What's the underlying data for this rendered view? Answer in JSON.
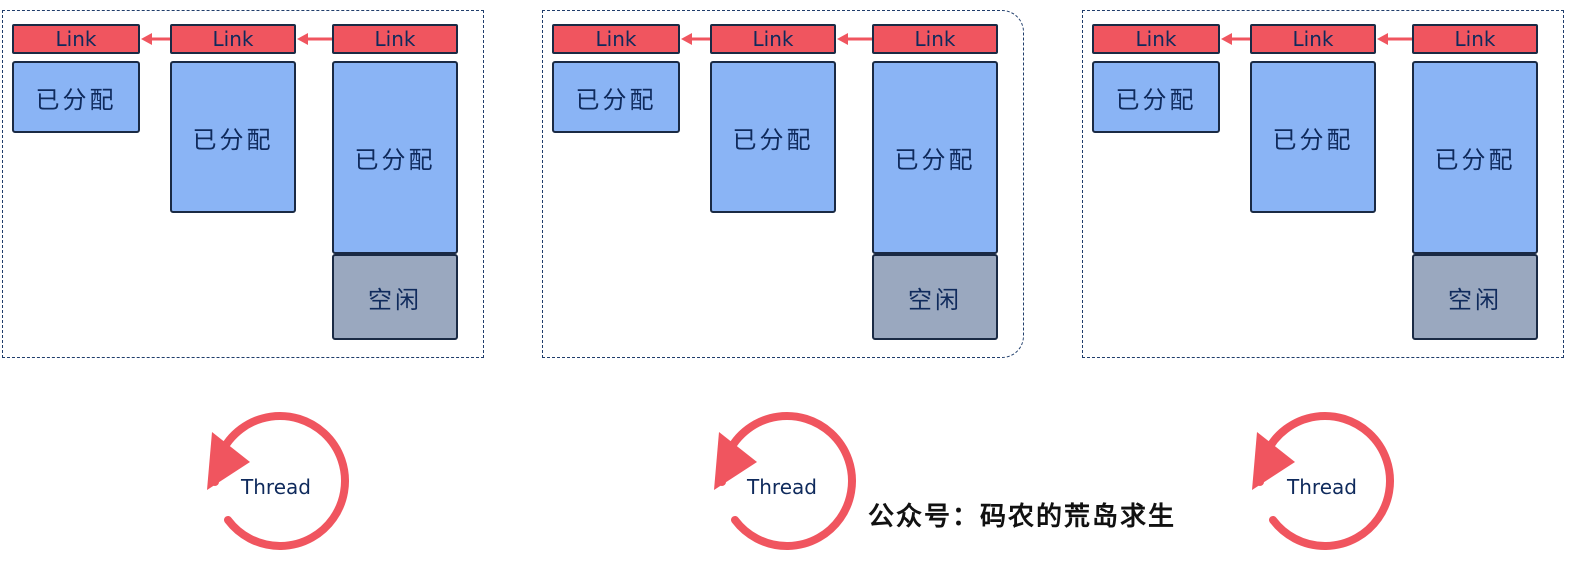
{
  "panels": [
    {
      "links": [
        "Link",
        "Link",
        "Link"
      ],
      "blocks": [
        "已分配",
        "已分配",
        "已分配"
      ],
      "free_label": "空闲",
      "thread_label": "Thread"
    },
    {
      "links": [
        "Link",
        "Link",
        "Link"
      ],
      "blocks": [
        "已分配",
        "已分配",
        "已分配"
      ],
      "free_label": "空闲",
      "thread_label": "Thread"
    },
    {
      "links": [
        "Link",
        "Link",
        "Link"
      ],
      "blocks": [
        "已分配",
        "已分配",
        "已分配"
      ],
      "free_label": "空闲",
      "thread_label": "Thread"
    }
  ],
  "watermark": "公众号：码农的荒岛求生",
  "colors": {
    "link": "#f0555f",
    "allocated": "#8ab4f5",
    "free": "#9aa8bf",
    "thread_ring": "#f0555f",
    "outline": "#1a2a44",
    "text": "#0f2a5c"
  }
}
